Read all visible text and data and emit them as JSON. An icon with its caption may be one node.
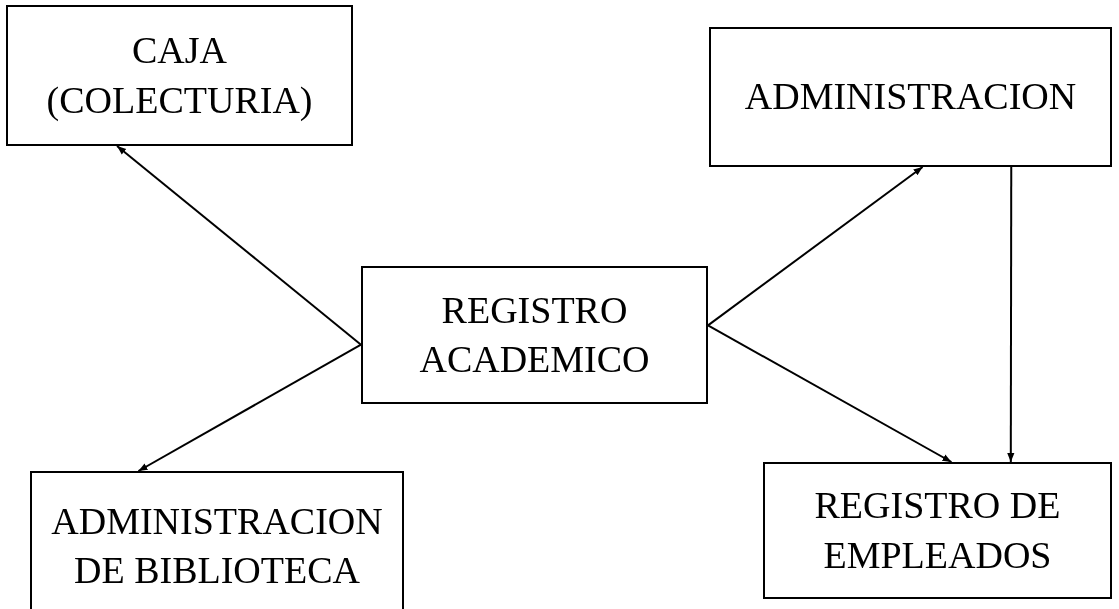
{
  "diagram": {
    "nodes": [
      {
        "text": [
          "CAJA (COLECTURIA)"
        ]
      },
      {
        "text": [
          "ADMINISTRACION"
        ]
      },
      {
        "text": [
          "REGISTRO ACADEMICO"
        ]
      },
      {
        "text": [
          "ADMINISTRACION DE BIBLIOTECA"
        ]
      },
      {
        "text": [
          "REGISTRO DE EMPLEADOS"
        ]
      }
    ],
    "edges": [
      {
        "from": 2,
        "to": 0,
        "arrow": "to"
      },
      {
        "from": 2,
        "to": 3,
        "arrow": "to"
      },
      {
        "from": 2,
        "to": 1,
        "arrow": "to"
      },
      {
        "from": 2,
        "to": 4,
        "arrow": "to"
      },
      {
        "from": 1,
        "to": 4,
        "arrow": "to"
      }
    ]
  }
}
